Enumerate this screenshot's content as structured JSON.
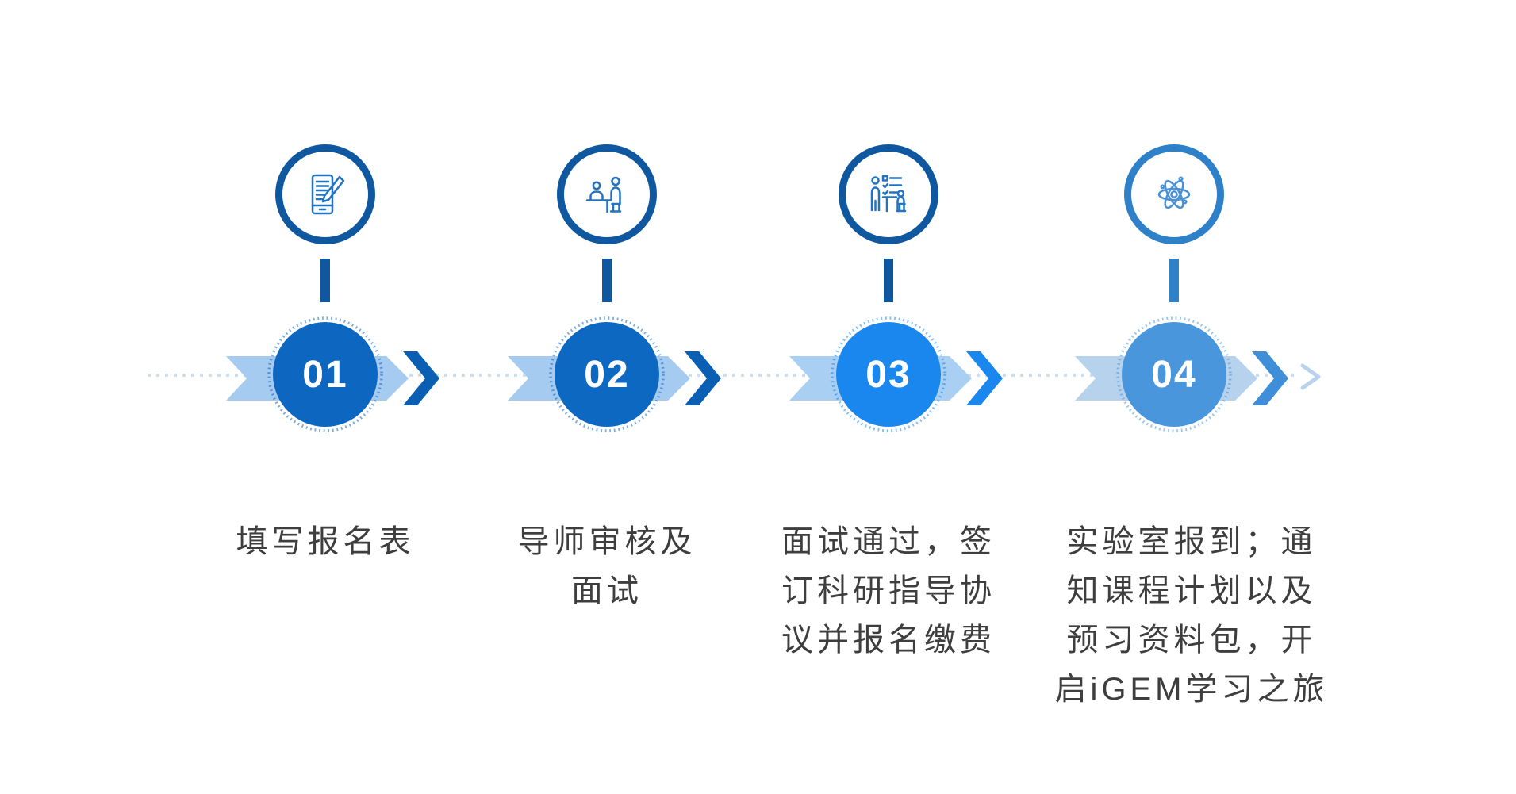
{
  "flow": {
    "background_color": "#ffffff",
    "text_color": "#3e3e3e",
    "dotted_line_color": "#cddeee",
    "end_arrow_color": "#b9d3ee",
    "steps": [
      {
        "number": "01",
        "icon": "form-pencil-icon",
        "label_lines": [
          "填写报名表"
        ],
        "colors": {
          "circle_fill": "#0d66c0",
          "icon_ring": "#0f589f",
          "banner": "#a6cbf1",
          "chevron": "#0b5fb2",
          "icon_stroke": "#2374c0"
        }
      },
      {
        "number": "02",
        "icon": "interview-desk-icon",
        "label_lines": [
          "导师审核及",
          "面试"
        ],
        "colors": {
          "circle_fill": "#0d68c2",
          "icon_ring": "#0f589f",
          "banner": "#a6cbf1",
          "chevron": "#0b5fb2",
          "icon_stroke": "#2374c0"
        }
      },
      {
        "number": "03",
        "icon": "agreement-checklist-icon",
        "label_lines": [
          "面试通过，签",
          "订科研指导协",
          "议并报名缴费"
        ],
        "colors": {
          "circle_fill": "#1a87ee",
          "icon_ring": "#0f589f",
          "banner": "#a9d0f3",
          "chevron": "#1a87ee",
          "icon_stroke": "#2374c0"
        }
      },
      {
        "number": "04",
        "icon": "atom-icon",
        "label_lines": [
          "实验室报到；通",
          "知课程计划以及",
          "预习资料包，开",
          "启iGEM学习之旅"
        ],
        "colors": {
          "circle_fill": "#4a96dc",
          "icon_ring": "#2e80c8",
          "banner": "#b7d2ec",
          "chevron": "#3e8ed9",
          "icon_stroke": "#4a90d5"
        }
      }
    ]
  }
}
